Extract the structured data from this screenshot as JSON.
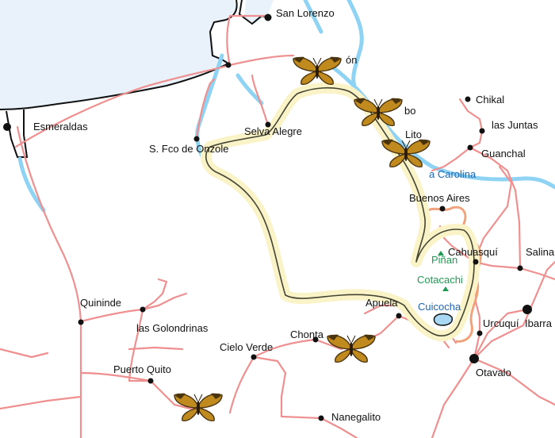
{
  "colors": {
    "ocean": "#e9f2fb",
    "coast": "#111111",
    "river": "#8fd3f4",
    "road": "#ef8f8f",
    "reserve_line": "#444433",
    "reserve_halo": "#fbf3c8",
    "border_orange": "#f2a27a",
    "lake": "#a9d8f5",
    "label": "#111111",
    "water_label": "#1f64b0",
    "peak_label": "#1f9a52",
    "butterfly_wing": "#c08a1e",
    "butterfly_edge": "#4a3410"
  },
  "places": {
    "san_lorenzo": "San Lorenzo",
    "on_partial": "ón",
    "bo_partial": "bo",
    "lito_partial": "Lito",
    "chikal": "Chikal",
    "las_juntas": "las Juntas",
    "guanchal": "Guanchal",
    "la_carolina": "a Carolina",
    "esmeraldas": "Esmeraldas",
    "selva_alegre": "Selva Alegre",
    "s_fco_onzole": "S. Fco de Onzole",
    "buenos_aires": "Buenos Aires",
    "pinan": "Piñan",
    "cahuasqui": "Cahuasquí",
    "cotacachi": "Cotacachi",
    "cuicocha": "Cuicocha",
    "salinas": "Salina",
    "apuela": "Apuela",
    "quininde": "Quininde",
    "las_golondrinas": "las Golondrinas",
    "urcuqui": "Urcuquí",
    "ibarra": "Ibarra",
    "chonta": "Chonta",
    "cielo_verde": "Cielo Verde",
    "otavalo": "Otavalo",
    "puerto_quito": "Puerto Quito",
    "nanegalito": "Nanegalito"
  },
  "butterflies": [
    {
      "name": "butterfly-marker",
      "icon": "butterfly-icon"
    },
    {
      "name": "butterfly-marker",
      "icon": "butterfly-icon"
    },
    {
      "name": "butterfly-marker",
      "icon": "butterfly-icon"
    },
    {
      "name": "butterfly-marker",
      "icon": "butterfly-icon"
    },
    {
      "name": "butterfly-marker",
      "icon": "butterfly-icon"
    }
  ]
}
